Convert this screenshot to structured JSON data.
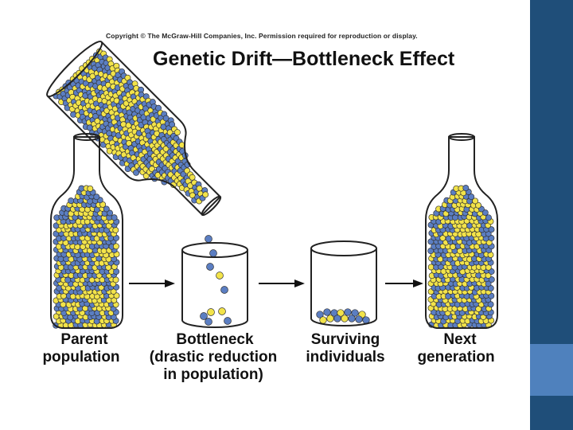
{
  "copyright": "Copyright © The McGraw-Hill Companies, Inc. Permission required for reproduction or display.",
  "title": "Genetic Drift—Bottleneck Effect",
  "labels": {
    "parent_line1": "Parent",
    "parent_line2": "population",
    "bottleneck_line1": "Bottleneck",
    "bottleneck_line2": "(drastic reduction",
    "bottleneck_line3": "in population)",
    "surviving_line1": "Surviving",
    "surviving_line2": "individuals",
    "next_line1": "Next",
    "next_line2": "generation"
  },
  "colors": {
    "blue_allele": "#5b7ec2",
    "yellow_allele": "#f2e34a",
    "sidebar": "#1f4e79",
    "sidebar_accent": "#4f81bd"
  }
}
